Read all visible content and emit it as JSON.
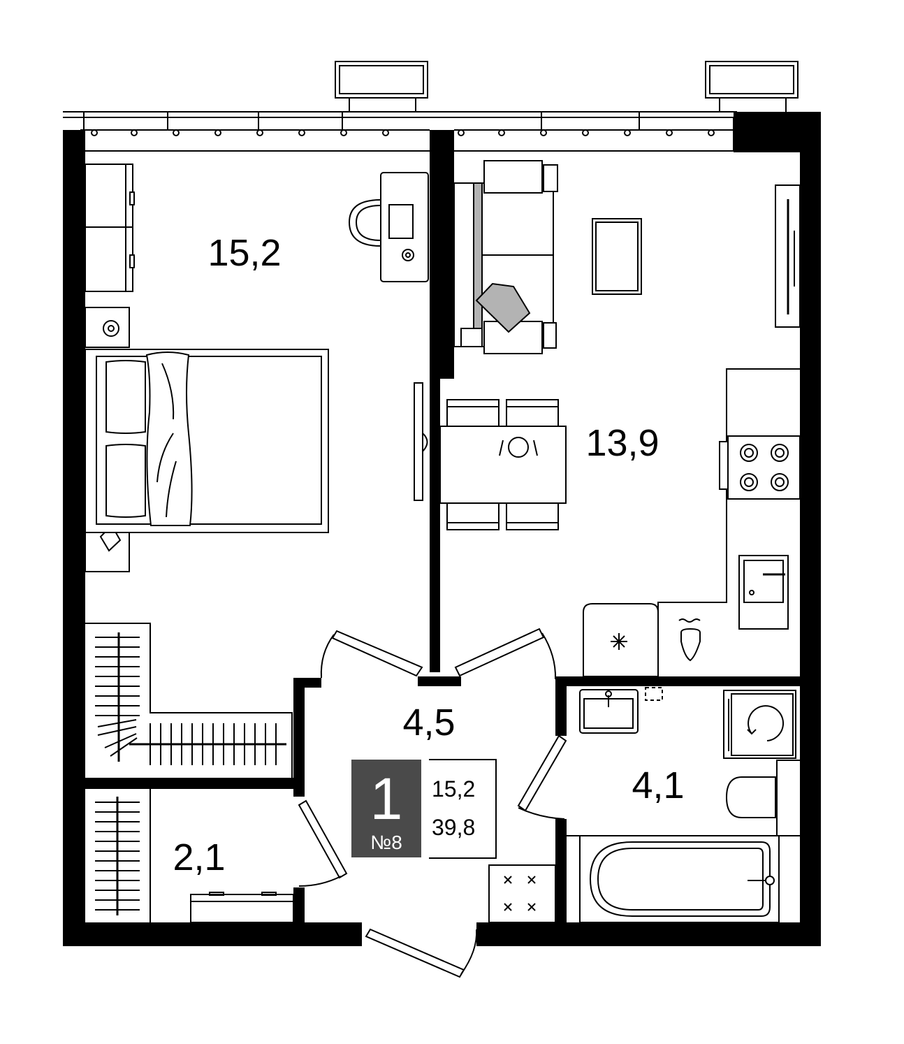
{
  "rooms": {
    "bedroom": {
      "area": "15,2"
    },
    "living_kitchen": {
      "area": "13,9"
    },
    "hall": {
      "area": "4,5"
    },
    "bathroom": {
      "area": "4,1"
    },
    "closet": {
      "area": "2,1"
    }
  },
  "info": {
    "rooms_count": "1",
    "apartment_number": "№8",
    "living_area": "15,2",
    "total_area": "39,8"
  },
  "colors": {
    "wall": "#000000",
    "info_box": "#4a4a4a",
    "sofa_accent": "#b3b3b3"
  }
}
